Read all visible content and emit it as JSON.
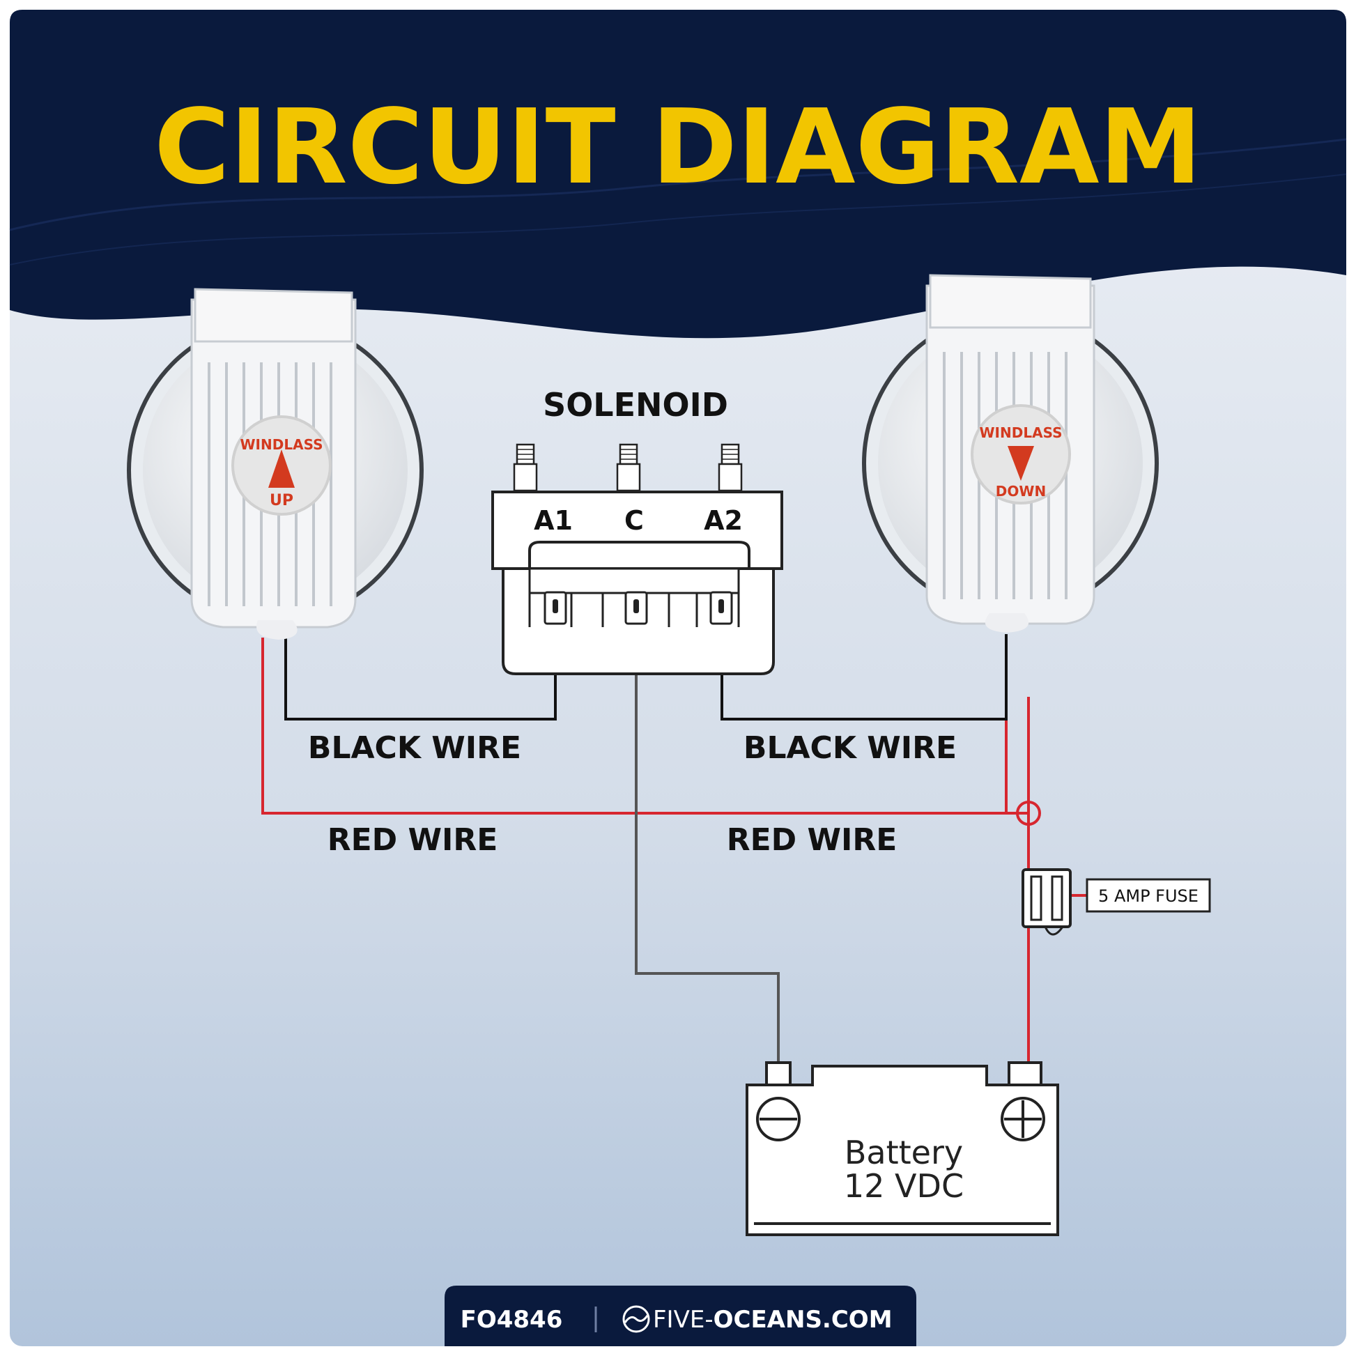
{
  "title": "CIRCUIT DIAGRAM",
  "solenoid": {
    "label": "SOLENOID",
    "terminals": [
      "A1",
      "C",
      "A2"
    ]
  },
  "switches": {
    "up": {
      "brand": "WINDLASS",
      "direction": "UP"
    },
    "down": {
      "brand": "WINDLASS",
      "direction": "DOWN"
    }
  },
  "wires": {
    "black_left": "BLACK WIRE",
    "black_right": "BLACK WIRE",
    "red_left": "RED WIRE",
    "red_right": "RED WIRE"
  },
  "fuse": {
    "label": "5 AMP FUSE"
  },
  "battery": {
    "line1": "Battery",
    "line2": "12 VDC"
  },
  "footer": {
    "code": "FO4846",
    "site_prefix": "FIVE-",
    "site_main": "OCEANS.COM"
  },
  "colors": {
    "header_bg": "#0a1a3d",
    "title": "#f2c500",
    "red_wire": "#d7262f",
    "black_wire": "#111111",
    "ground_wire": "#555555",
    "accent_arrow": "#d33a1f"
  }
}
